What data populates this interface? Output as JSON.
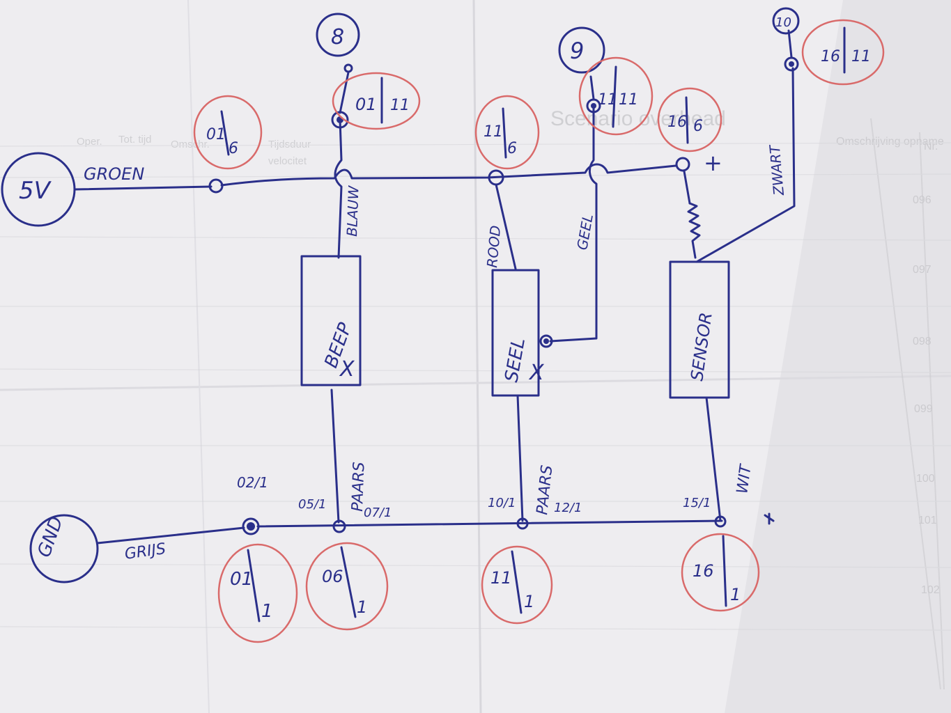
{
  "labels": {
    "supply": "5V",
    "ground": "GND",
    "wire_supply": "GROEN",
    "wire_ground": "GRIJS",
    "wire_beep_top": "BLAUW",
    "wire_led_top": "ROOD",
    "wire_led_signal": "GEEL",
    "wire_sensor_signal": "ZWART",
    "wire_beep_bottom": "PAARS",
    "wire_led_bottom": "PAARS",
    "wire_sensor_bottom": "WIT",
    "plus_sign": "+"
  },
  "components": {
    "beep": "BEEP",
    "led": "SEEL",
    "sensor": "SENSOR",
    "cross_mark": "X"
  },
  "pins": {
    "p8": "8",
    "p9": "9",
    "p10": "10"
  },
  "red_circles": {
    "c_01_6": {
      "top": "01",
      "bottom": "6"
    },
    "c_01_11": {
      "top": "01",
      "bottom": "11"
    },
    "c_11_6": {
      "top": "11",
      "bottom": "6"
    },
    "c_11_11": {
      "top": "11",
      "bottom": "11"
    },
    "c_16_6": {
      "top": "16",
      "bottom": "6"
    },
    "c_16_11": {
      "top": "16",
      "bottom": "11"
    },
    "c_01_1": {
      "top": "01",
      "bottom": "1"
    },
    "c_06_1": {
      "top": "06",
      "bottom": "1"
    },
    "c_11_1": {
      "top": "11",
      "bottom": "1"
    },
    "c_16_1": {
      "top": "16",
      "bottom": "1"
    }
  },
  "small_notes": {
    "n_02_1": "02/1",
    "n_05_1": "05/1",
    "n_07_1": "07/1",
    "n_10_1": "10/1",
    "n_12_1": "12/1",
    "n_15_1": "15/1"
  },
  "background_form": {
    "title": "Scenario overhead",
    "col_nr": "Nr.",
    "col_desc": "Omschrijving opname",
    "col_tijdsduur": "Tijdsduur",
    "col_velocitet": "velocitet",
    "col_omschr": "Omschr.",
    "col_tot": "Tot. tijd",
    "col_oper": "Oper.",
    "rows": [
      "096",
      "097",
      "098",
      "099",
      "100",
      "101",
      "102"
    ]
  }
}
